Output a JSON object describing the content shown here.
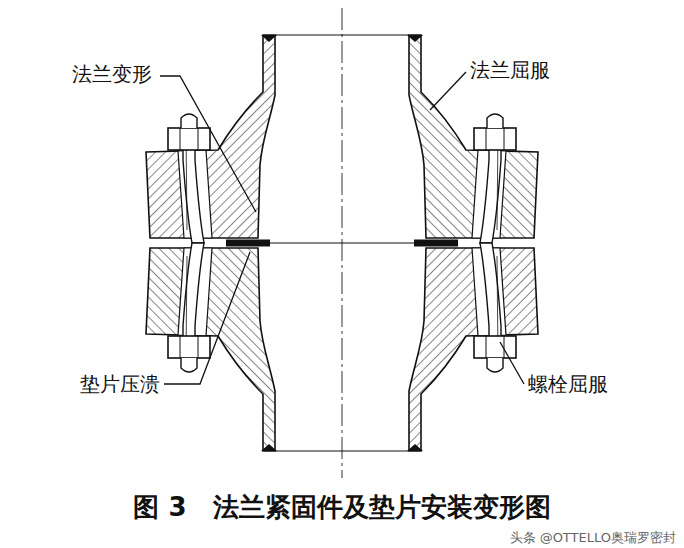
{
  "diagram": {
    "caption": "图 3　法兰紧固件及垫片安装变形图",
    "labels": [
      "法兰变形",
      "法兰屈服",
      "垫片压溃",
      "螺栓屈服",
      "头条 @OTTELLO奥瑞罗密封"
    ]
  }
}
